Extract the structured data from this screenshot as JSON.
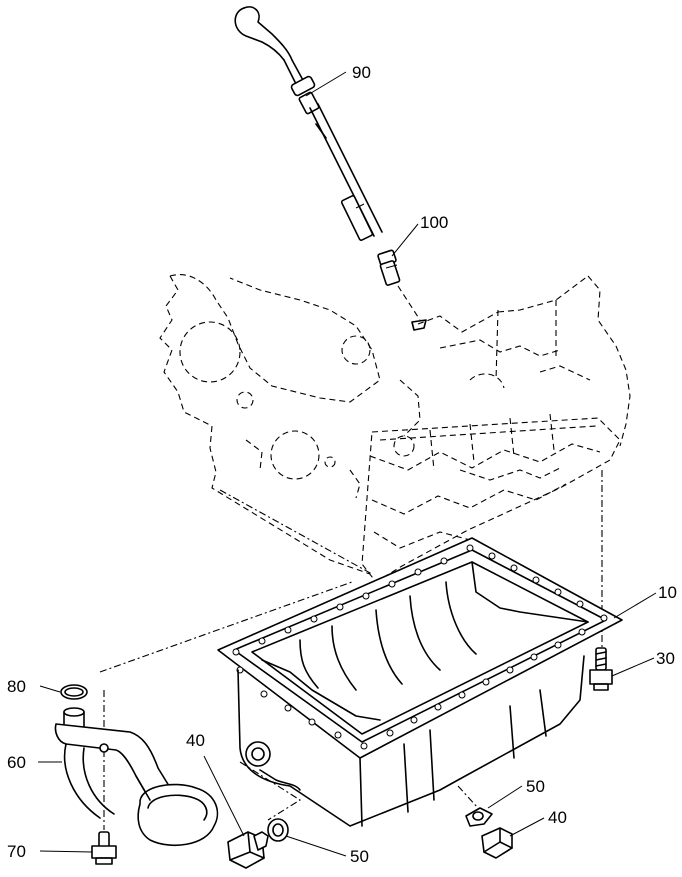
{
  "callouts": {
    "c90": "90",
    "c100": "100",
    "c10": "10",
    "c30": "30",
    "c80": "80",
    "c60": "60",
    "c70": "70",
    "c40a": "40",
    "c50a": "50",
    "c50b": "50",
    "c40b": "40"
  }
}
